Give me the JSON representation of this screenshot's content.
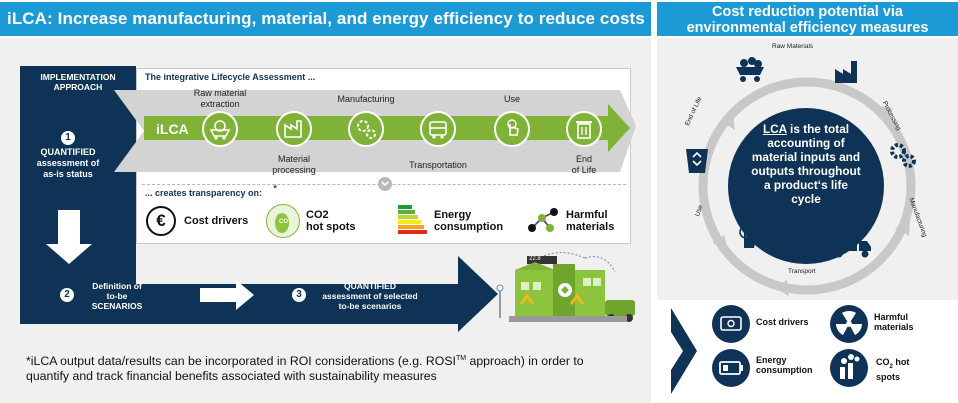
{
  "left_header": "iLCA: Increase manufacturing, material, and energy efficiency to reduce costs",
  "right_header_line1": "Cost reduction potential via",
  "right_header_line2": "environmental efficiency measures",
  "implementation": {
    "title_line1": "IMPLEMENTATION",
    "title_line2": "APPROACH",
    "step1_num": "1",
    "step1_line1": "QUANTIFIED",
    "step1_line2": "assessment of",
    "step1_line3": "as-is status",
    "step2_num": "2",
    "step2_line1": "Definition of",
    "step2_line2": "to-be",
    "step2_line3": "SCENARIOS",
    "step3_num": "3",
    "step3_line1": "QUANTIFIED",
    "step3_line2": "assessment of selected",
    "step3_line3": "to-be scenarios"
  },
  "ilca_box": {
    "heading": "The integrative Lifecycle Assessment ...",
    "arrow_label": "iLCA",
    "steps": {
      "raw_line1": "Raw material",
      "raw_line2": "extraction",
      "material_line1": "Material",
      "material_line2": "processing",
      "manufacturing": "Manufacturing",
      "transportation": "Transportation",
      "use": "Use",
      "end_line1": "End",
      "end_line2": "of Life"
    },
    "transparency_heading": "... creates transparency on:",
    "asterisk": "*",
    "impacts": {
      "cost_drivers": "Cost drivers",
      "co2_line1": "CO2",
      "co2_line2": "hot spots",
      "co2_icon_text": "CO",
      "energy_line1": "Energy",
      "energy_line2": "consumption",
      "harmful_line1": "Harmful",
      "harmful_line2": "materials",
      "euro": "€"
    }
  },
  "factory_sign": "22.8",
  "footnote_line1": "*iLCA output data/results can be incorporated in ROI considerations (e.g. ROSI",
  "footnote_tm": "TM",
  "footnote_line1_end": " approach) in order to",
  "footnote_line2": "quantify and track financial benefits associated with sustainability measures",
  "cycle": {
    "center_underlined": "LCA",
    "center_line1_rest": " is the total",
    "center_line2": "accounting of",
    "center_line3": "material inputs and",
    "center_line4": "outputs throughout",
    "center_line5": "a product‘s life",
    "center_line6": "cycle",
    "raw_materials": "Raw Materials",
    "processing": "Processing",
    "manufacturing": "Manufacturing",
    "transport": "Transport",
    "use": "Use",
    "end_of_life": "End of Life"
  },
  "benefits": {
    "cost_drivers": "Cost drivers",
    "harmful_line1": "Harmful",
    "harmful_line2": "materials",
    "energy_line1": "Energy",
    "energy_line2": "consumption",
    "co2_prefix": "CO",
    "co2_sub": "2",
    "co2_suffix": " hot",
    "co2_line2": "spots"
  },
  "colors": {
    "header_blue": "#1c9ad6",
    "navy": "#0e3356",
    "green": "#7fb236",
    "panel_gray": "#f0f0f0"
  }
}
